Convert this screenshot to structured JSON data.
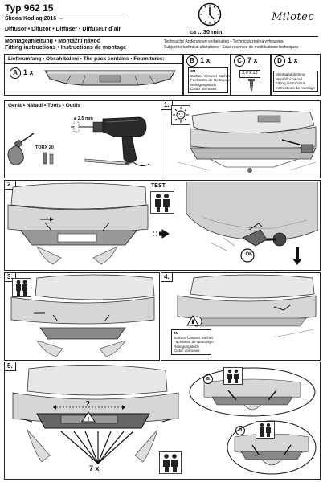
{
  "header": {
    "type_label": "Typ 962 15",
    "model": "Škoda Kodiaq 2016 →",
    "product": "Diffusor • Difuzor • Diffuser • Diffuseur d´air",
    "time": "ca ...30 min.",
    "brand": "Milotec",
    "title_line1": "Montageanleitung • Montážní návod",
    "title_line2": "Fitting instructions • Instructions de montage",
    "notice_line1": "Technische Änderungen vorbehalten • Technická změna vyhrazena",
    "notice_line2": "Subject to technical alterations • Sous réserves de modifications techniques"
  },
  "contents": {
    "title": "Lieferumfang • Obsah balení • The pack contains • Fournitures:",
    "a_letter": "A",
    "a_qty": "1 x",
    "b_letter": "B",
    "b_qty": "1 x",
    "c_letter": "C",
    "c_qty": "7 x",
    "c_screw": "3,9 x 13",
    "d_letter": "D",
    "d_qty": "1 x",
    "cleaner": [
      "3M",
      "Surface Cleaner Sachet",
      "Fuchsiette de Nettoyage",
      "Reinigungstuch",
      "Čisticí ubrousek"
    ],
    "manual": [
      "Montageanleitung",
      "Montážní návod",
      "Fitting instructions",
      "Instructions de montage"
    ]
  },
  "tools": {
    "title": "Gerät • Nářadí • Tools • Outils",
    "drill": "⌀ 2,5 mm",
    "torx": "TORX 20"
  },
  "steps": {
    "s1": "1.",
    "s2": "2.",
    "s3": "3.",
    "s4": "4.",
    "s5": "5.",
    "test": "TEST",
    "ok": "OK",
    "step4_cleaner": [
      "3M",
      "Surface Cleaner Sachet",
      "Fuchsiette de Nettoyage",
      "Reinigungstuch",
      "Čisticí ubrousek"
    ],
    "step5_count": "7 x",
    "step5_question": "?",
    "sub_a": "a",
    "sub_b": "b"
  }
}
